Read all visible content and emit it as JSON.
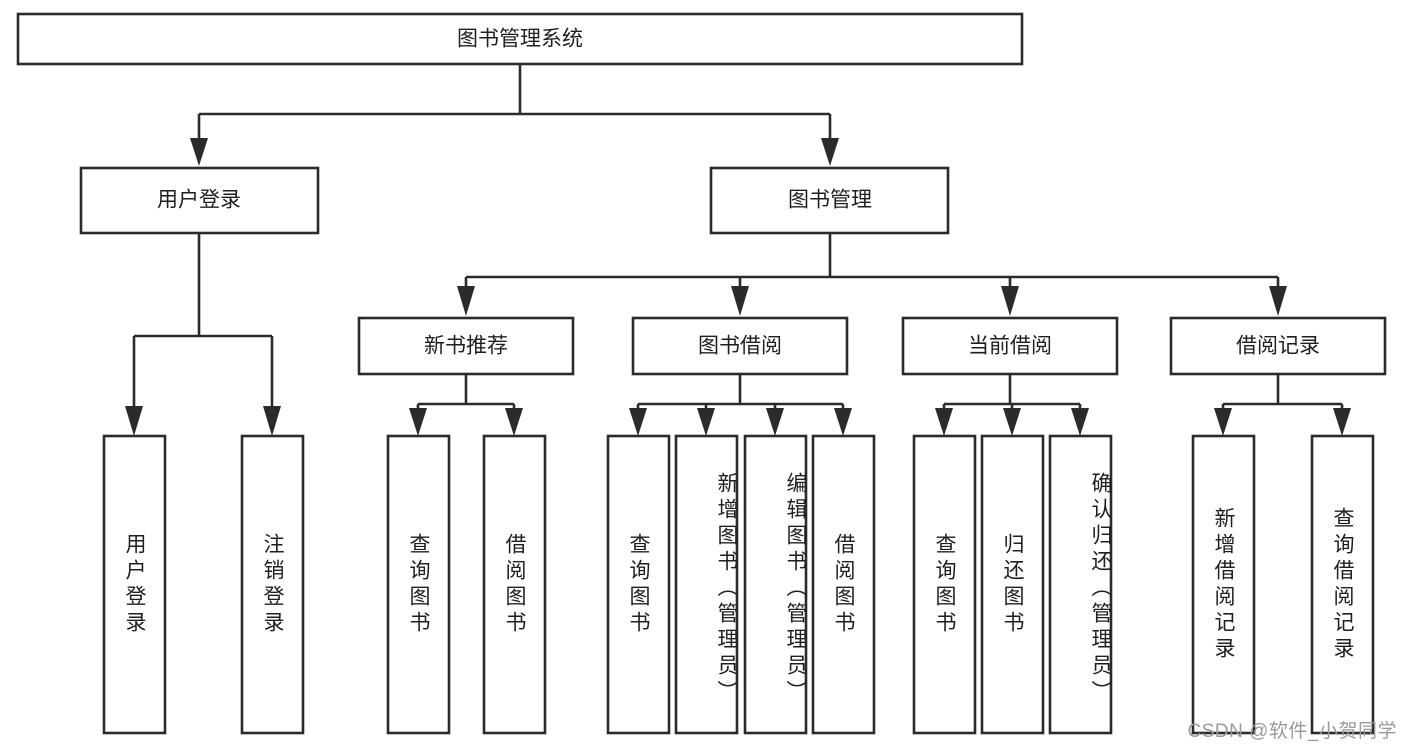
{
  "diagram": {
    "title": "图书管理系统",
    "type": "tree-hierarchy",
    "orientation": "top-down",
    "colors": {
      "stroke": "#2b2b2b",
      "fill": "#ffffff",
      "text": "#1f1f1f",
      "watermark": "#9a9a9a"
    },
    "root": {
      "label": "图书管理系统"
    },
    "level2": [
      {
        "label": "用户登录"
      },
      {
        "label": "图书管理"
      }
    ],
    "level3": [
      {
        "label": "新书推荐"
      },
      {
        "label": "图书借阅"
      },
      {
        "label": "当前借阅"
      },
      {
        "label": "借阅记录"
      }
    ],
    "leaves": {
      "user_login": [
        {
          "label": "用户登录"
        },
        {
          "label": "注销登录"
        }
      ],
      "new_book_recommend": [
        {
          "label": "查询图书"
        },
        {
          "label": "借阅图书"
        }
      ],
      "book_borrow": [
        {
          "label": "查询图书"
        },
        {
          "label": "新增图书（管理员）"
        },
        {
          "label": "编辑图书（管理员）"
        },
        {
          "label": "借阅图书"
        }
      ],
      "current_borrow": [
        {
          "label": "查询图书"
        },
        {
          "label": "归还图书"
        },
        {
          "label": "确认归还（管理员）"
        }
      ],
      "borrow_record": [
        {
          "label": "新增借阅记录"
        },
        {
          "label": "查询借阅记录"
        }
      ]
    }
  },
  "watermark": {
    "text": "CSDN @软件_小贺同学"
  }
}
